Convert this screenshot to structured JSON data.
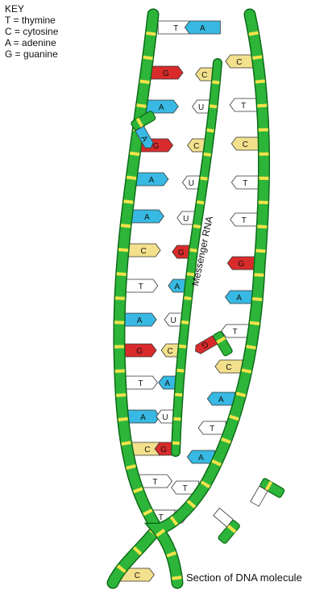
{
  "key": {
    "title": "KEY",
    "items": [
      {
        "letter": "T",
        "name": "thymine"
      },
      {
        "letter": "C",
        "name": "cytosine"
      },
      {
        "letter": "A",
        "name": "adenine"
      },
      {
        "letter": "G",
        "name": "guanine"
      }
    ]
  },
  "strand_label": "Messenger RNA",
  "caption": "Section of DNA molecule",
  "colors": {
    "backbone": "#2db53a",
    "backbone_edge": "#0d6b18",
    "connector": "#f4e24a",
    "T": "#ffffff",
    "C": "#f3e08c",
    "A": "#37b9e3",
    "G": "#d92b2b",
    "U": "#ffffff"
  },
  "base_pairs_left": [
    "T",
    "G",
    "A",
    "G",
    "A",
    "A",
    "C",
    "T",
    "A",
    "G",
    "T",
    "A",
    "C",
    "T",
    "T",
    "C"
  ],
  "base_pairs_rna": [
    "C",
    "U",
    "C",
    "U",
    "U",
    "G",
    "A",
    "U",
    "C",
    "A",
    "U",
    "G"
  ],
  "base_pairs_right": [
    "A",
    "C",
    "T",
    "C",
    "T",
    "T",
    "G",
    "A",
    "T",
    "C",
    "A",
    "T",
    "A",
    "T",
    "T"
  ],
  "free_bases": [
    "A",
    "G"
  ]
}
